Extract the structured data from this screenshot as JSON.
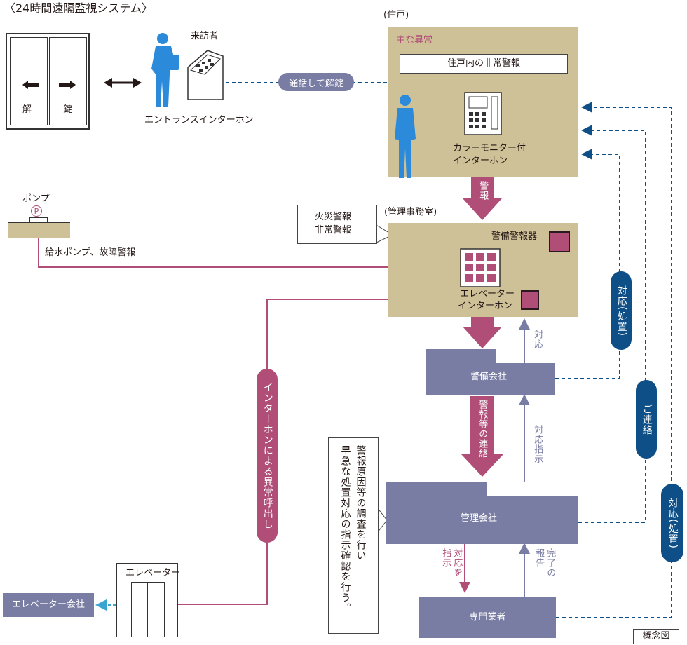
{
  "title": "〈24時間遠隔監視システム〉",
  "door": {
    "left_label": "解",
    "right_label": "錠"
  },
  "visitor_label": "来訪者",
  "entrance_label": "エントランスインターホン",
  "call_unlock": "通話して解錠",
  "dwelling": {
    "caption": "(住戸)",
    "heading": "主な異常",
    "alarm_box": "住戸内の非常警報",
    "monitor_label": [
      "カラーモニター付",
      "インターホン"
    ]
  },
  "alarm_arrow_label": "警報",
  "pump": {
    "label": "ポンプ",
    "symbol": "P",
    "alarm": "給水ポンプ、故障警報"
  },
  "office": {
    "caption": "(管理事務室)",
    "security_alarm": "警備警報器",
    "elevator_intercom": [
      "エレベーター",
      "インターホン"
    ]
  },
  "callout_fire": [
    "火災警報",
    "非常警報"
  ],
  "security_company": "警備会社",
  "response_label": "対応",
  "alarm_contact_label": "警報等の連絡",
  "response_instruction": "対応指示",
  "management_company": "管理会社",
  "instruct_response": [
    "対応を",
    "指示"
  ],
  "completion_report": [
    "完了の",
    "報告"
  ],
  "specialist": "専門業者",
  "callout_investigate": [
    "警報原因等の調査を行い",
    "早急な処置対応の指示確認を行う。"
  ],
  "intercom_call": "インターホンによる異常呼出し",
  "elevator": "エレベーター",
  "elevator_company": "エレベーター会社",
  "pills": {
    "treat1": "対応(処置)",
    "contact": "ご連絡",
    "treat2": "対応(処置)"
  },
  "concept_label": "概念図",
  "colors": {
    "tan": "#cfc197",
    "slate": "#7a7da3",
    "navy": "#0d4f86",
    "magenta": "#b04e78",
    "cyan": "#3aa6d0"
  },
  "icons": [
    "door-arrow-icon",
    "person-icon",
    "intercom-panel-icon",
    "monitor-intercom-icon",
    "grid-panel-icon",
    "pump-icon"
  ]
}
